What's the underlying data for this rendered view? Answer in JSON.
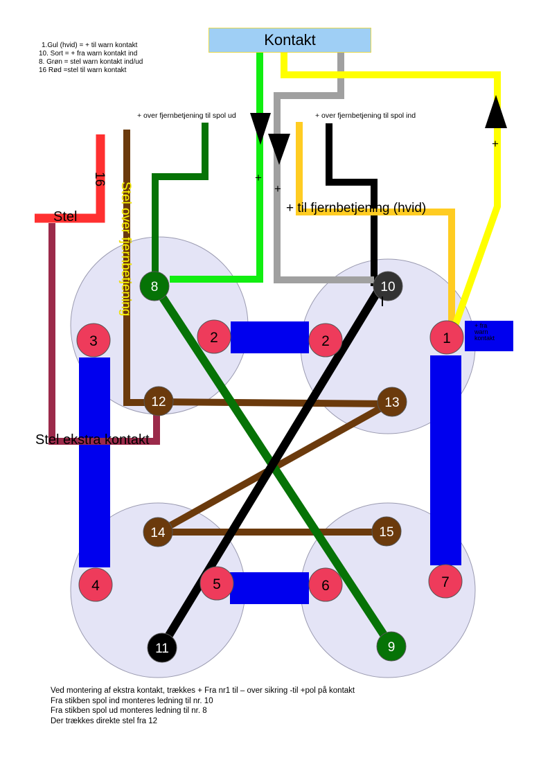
{
  "legend": [
    "1.Gul (hvid) = + til warn kontakt",
    "10. Sort = + fra warn kontakt ind",
    "8. Grøn = stel warn kontakt ind/ud",
    "16 Rød =stel til warn kontakt"
  ],
  "kontakt_label": "Kontakt",
  "labels": {
    "green_wire": "+ over fjernbetjening til spol ud",
    "black_wire": "+ over fjernbetjening til spol ind",
    "fjern": "+ til fjernbetjening (hvid)",
    "stel": "Stel",
    "stel_ekstra": "Stel ekstra kontakt",
    "stel_over": "Stel over fjernbetjening",
    "num16": "16",
    "plus_a": "+",
    "plus_b": "+",
    "plus_c": "+",
    "fra_box": "+ fra\nwarn\nkontakt"
  },
  "pins": {
    "p1": "1",
    "p2a": "2",
    "p2b": "2",
    "p3": "3",
    "p4": "4",
    "p5": "5",
    "p6": "6",
    "p7": "7",
    "p8": "8",
    "p9": "9",
    "p10": "10",
    "p11": "11",
    "p12": "12",
    "p13": "13",
    "p14": "14",
    "p15": "15"
  },
  "notes": [
    "Ved montering af ekstra kontakt, trækkes + Fra nr1 til – over sikring -til  +pol på kontakt",
    "Fra stikben spol ind monteres ledning til nr. 10",
    "Fra stikben spol ud monteres ledning til nr. 8",
    "Der trækkes direkte stel fra 12"
  ],
  "colors": {
    "circle_fill": "#e4e4f6",
    "red_pin": "#ee3b5b",
    "green_pin": "#067306",
    "brown_pin": "#6b3a0c",
    "black_pin": "#000000",
    "blue_bar": "#0000ee",
    "light_green_wire": "#11ee11",
    "yellow_wire": "#ffff00",
    "orange_wire": "#ffcc22",
    "gray_wire": "#a0a0a0",
    "red_wire": "#ff3030",
    "maroon_wire": "#9b2a4a"
  }
}
